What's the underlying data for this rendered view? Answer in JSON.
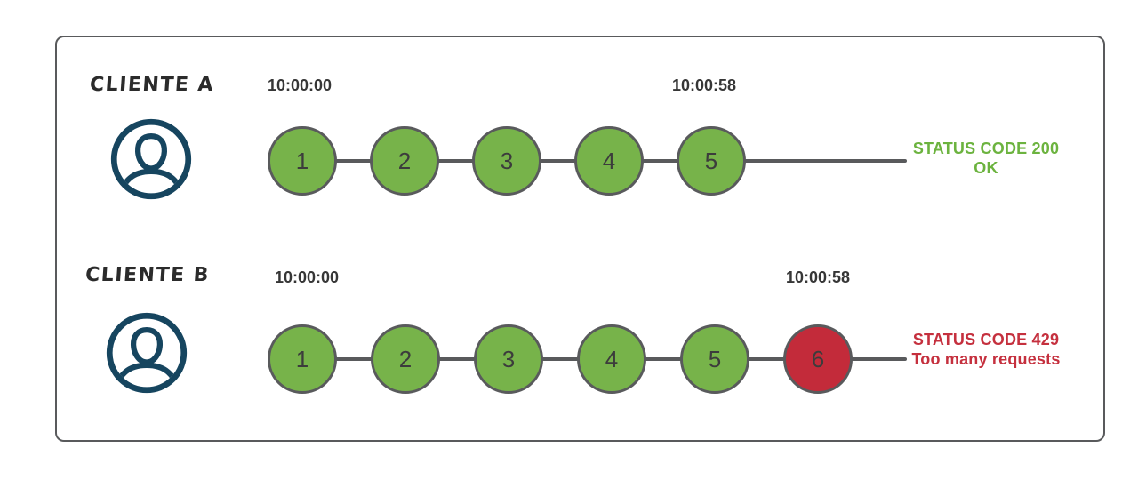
{
  "diagram": {
    "title": "rate-limit timeline comparison",
    "colors": {
      "frame_stroke": "#595a5c",
      "success_fill": "#77b34a",
      "blocked_fill": "#c32b3a",
      "success_text": "#6cb33f",
      "error_text": "#c5303e",
      "avatar_navy": "#16455f",
      "timestamp_text": "#363636"
    },
    "icons": {
      "client_avatar": "user-icon"
    },
    "rows": [
      {
        "client_label": "CLIENTE A",
        "start_time": "10:00:00",
        "end_time": "10:00:58",
        "requests": [
          {
            "label": "1",
            "state": "ok"
          },
          {
            "label": "2",
            "state": "ok"
          },
          {
            "label": "3",
            "state": "ok"
          },
          {
            "label": "4",
            "state": "ok"
          },
          {
            "label": "5",
            "state": "ok"
          }
        ],
        "status_code_text": "STATUS CODE 200",
        "status_message": "OK"
      },
      {
        "client_label": "CLIENTE B",
        "start_time": "10:00:00",
        "end_time": "10:00:58",
        "requests": [
          {
            "label": "1",
            "state": "ok"
          },
          {
            "label": "2",
            "state": "ok"
          },
          {
            "label": "3",
            "state": "ok"
          },
          {
            "label": "4",
            "state": "ok"
          },
          {
            "label": "5",
            "state": "ok"
          },
          {
            "label": "6",
            "state": "blocked"
          }
        ],
        "status_code_text": "STATUS CODE 429",
        "status_message": "Too many requests"
      }
    ]
  }
}
